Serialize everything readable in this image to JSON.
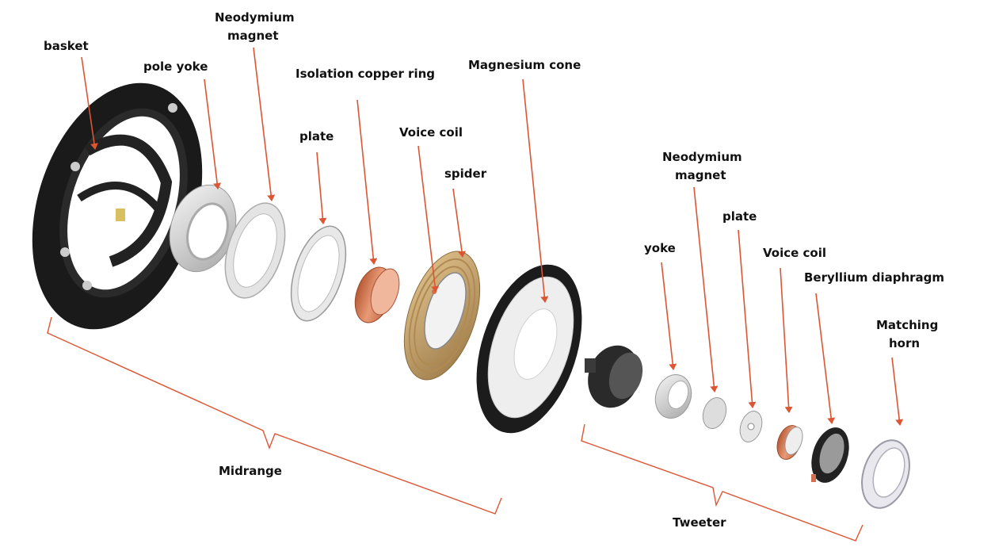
{
  "labels": {
    "basket": "basket",
    "pole_yoke": "pole yoke",
    "neodymium_magnet_mid_1": "Neodymium",
    "neodymium_magnet_mid_2": "magnet",
    "isolation_copper_ring": "Isolation copper ring",
    "plate_mid": "plate",
    "magnesium_cone": "Magnesium cone",
    "voice_coil_mid": "Voice coil",
    "spider": "spider",
    "neodymium_magnet_tw_1": "Neodymium",
    "neodymium_magnet_tw_2": "magnet",
    "plate_tw": "plate",
    "yoke": "yoke",
    "voice_coil_tw": "Voice coil",
    "beryllium_diaphragm": "Beryllium diaphragm",
    "matching_horn_1": "Matching",
    "matching_horn_2": "horn",
    "group_midrange": "Midrange",
    "group_tweeter": "Tweeter"
  },
  "colors": {
    "accent": "#dd5533",
    "part_dark": "#1e1e1e",
    "part_silver": "#d9d9d9",
    "copper": "#d9805c",
    "spider_gold": "#c9a56a"
  }
}
